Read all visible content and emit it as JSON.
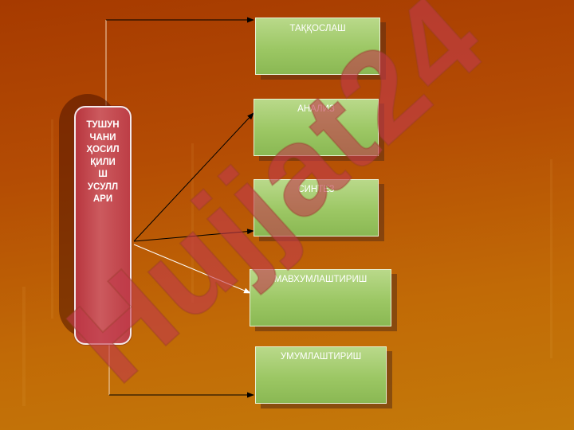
{
  "central_node": {
    "label": "ТУШУН\nЧАНИ\nҲОСИЛ\nҚИЛИ\nШ\nУСУЛЛ\nАРИ"
  },
  "methods": [
    {
      "label": "ТАҚҚОСЛАШ"
    },
    {
      "label": "АНАЛИЗ"
    },
    {
      "label": "СИНТЕЗ"
    },
    {
      "label": "МАВХУМЛАШТИРИШ"
    },
    {
      "label": "УМУМЛАШТИРИШ"
    }
  ],
  "watermark": {
    "text": "Hujjat24"
  },
  "colors": {
    "background": "#b44c04",
    "central_node": "#c44a50",
    "method_box": "#a4cc6e",
    "arrow": "#000000",
    "watermark": "#c03a4a"
  }
}
